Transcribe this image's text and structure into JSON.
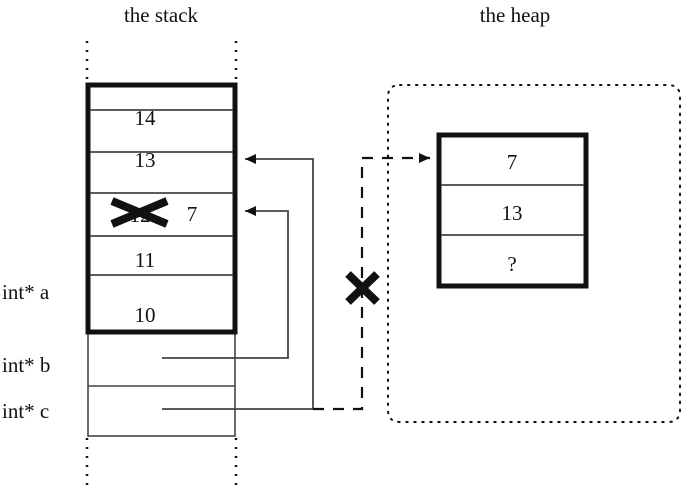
{
  "diagram": {
    "title_stack": "the stack",
    "title_heap": "the heap",
    "colors": {
      "ink": "#111111",
      "line": "#444444",
      "background": "#ffffff"
    }
  },
  "stack": {
    "label": "the stack",
    "cells": [
      {
        "value": "14",
        "name": "stack-cell-14"
      },
      {
        "value": "13",
        "name": "stack-cell-13"
      },
      {
        "value": "7",
        "old_value": "12",
        "struck": true,
        "name": "stack-cell-7"
      },
      {
        "value": "11",
        "name": "stack-cell-11"
      },
      {
        "value": "10",
        "name": "stack-cell-10"
      }
    ],
    "variables": [
      {
        "label": "int* a",
        "name": "var-a"
      },
      {
        "label": "int* b",
        "name": "var-b"
      },
      {
        "label": "int* c",
        "name": "var-c"
      }
    ]
  },
  "heap": {
    "label": "the heap",
    "cells": [
      {
        "value": "7",
        "name": "heap-cell-7"
      },
      {
        "value": "13",
        "name": "heap-cell-13"
      },
      {
        "value": "?",
        "name": "heap-cell-unknown"
      }
    ]
  },
  "markers": {
    "struck_cell_mark": "X",
    "broken_pointer_mark": "X"
  }
}
